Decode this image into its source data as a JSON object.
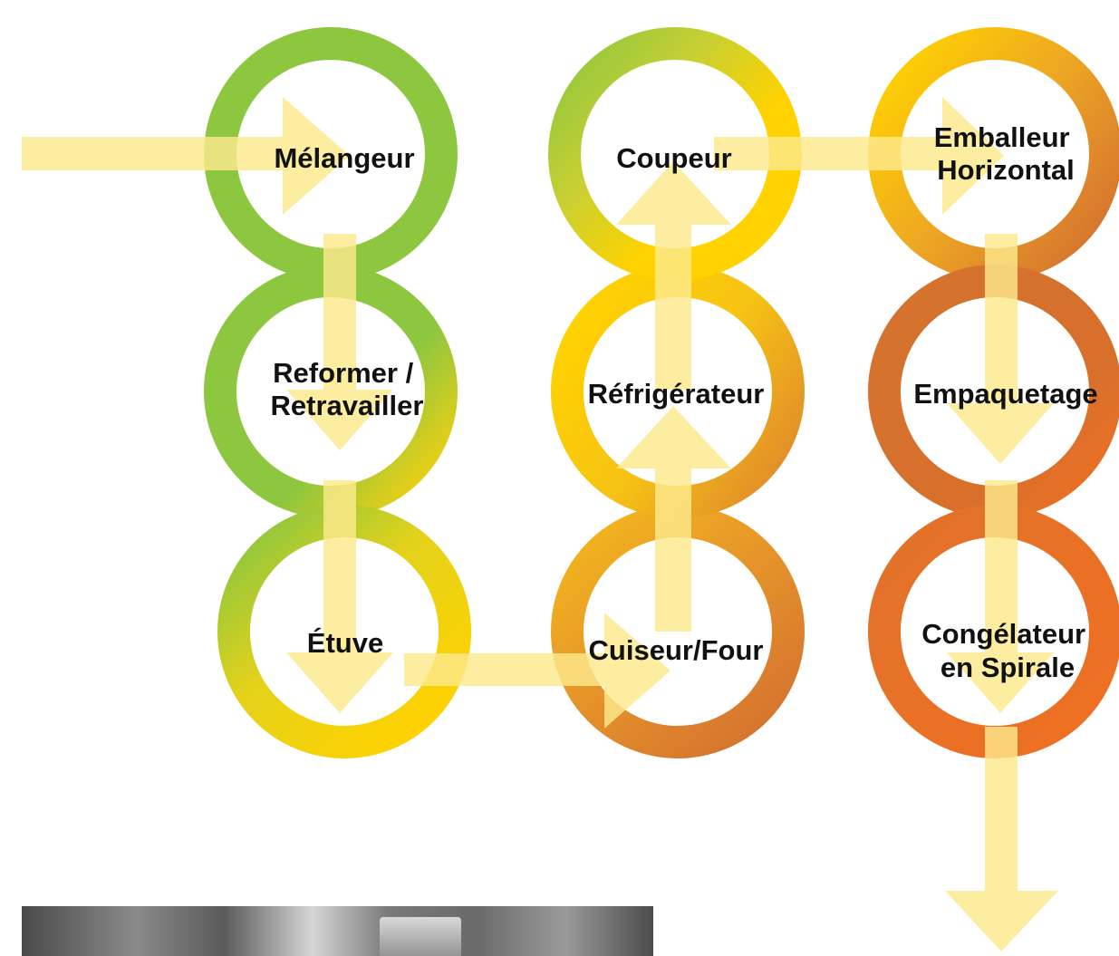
{
  "colors": {
    "green": "#8dc63f",
    "yellow": "#ffd200",
    "orange": "#e17a2a",
    "dark_orange": "#d4722f",
    "bright_orange": "#ef6f22",
    "arrow": "#fde98c"
  },
  "nodes": {
    "melangeur": {
      "lines": [
        "Mélangeur"
      ]
    },
    "reformer": {
      "lines": [
        "Reformer /",
        "Retravailler"
      ]
    },
    "etuve": {
      "lines": [
        "Étuve"
      ]
    },
    "cuiseur": {
      "lines": [
        "Cuiseur/Four"
      ]
    },
    "refrigerateur": {
      "lines": [
        "Réfrigérateur"
      ]
    },
    "coupeur": {
      "lines": [
        "Coupeur"
      ]
    },
    "emballeur": {
      "lines": [
        "Emballeur",
        "Horizontal"
      ]
    },
    "empaquetage": {
      "lines": [
        "Empaquetage"
      ]
    },
    "congelateur": {
      "lines": [
        "Congélateur",
        "en Spirale"
      ]
    }
  },
  "photo": {
    "description_icon": "machine-photo"
  }
}
